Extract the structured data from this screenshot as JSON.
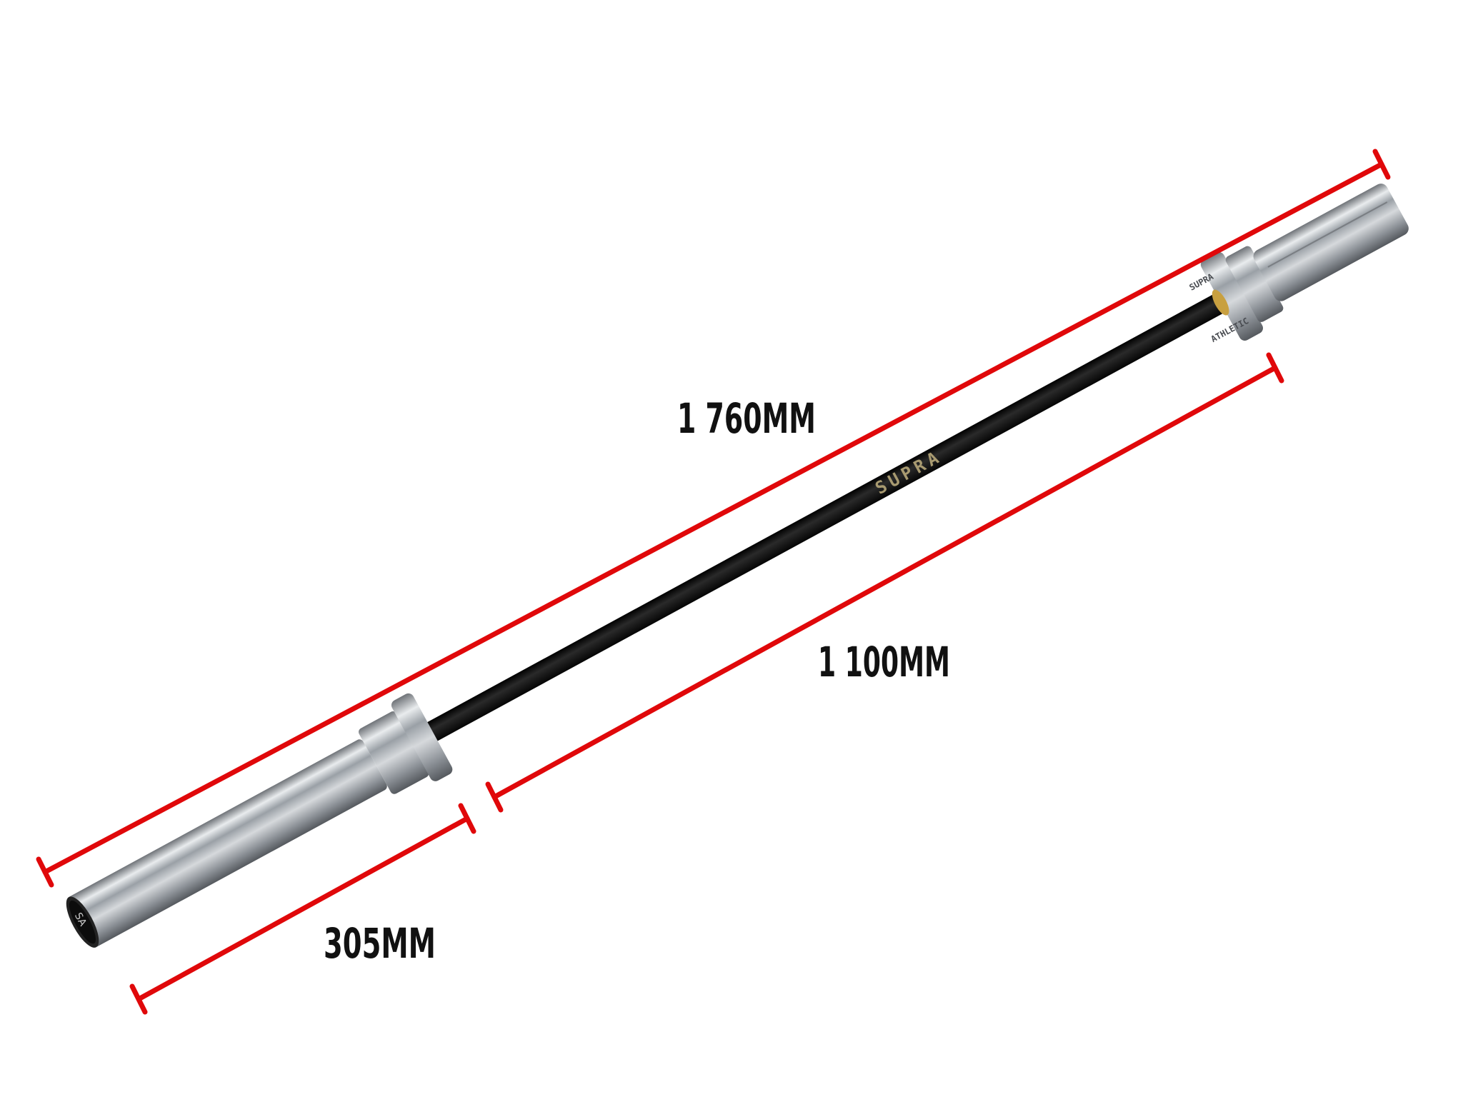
{
  "dimensions": {
    "overall_length": "1 760MM",
    "shaft_length": "1 100MM",
    "sleeve_length": "305MM"
  },
  "product": {
    "shaft_brand": "SUPRA",
    "collar_text_top": "SUPRA",
    "collar_text_bottom": "ATHLETIC",
    "end_cap_text": "SA"
  },
  "colors": {
    "dimension_line": "#e0080a",
    "shaft": "#111111",
    "sleeve": "#b8bcc0",
    "bushing": "#c8a040",
    "background": "#ffffff"
  }
}
